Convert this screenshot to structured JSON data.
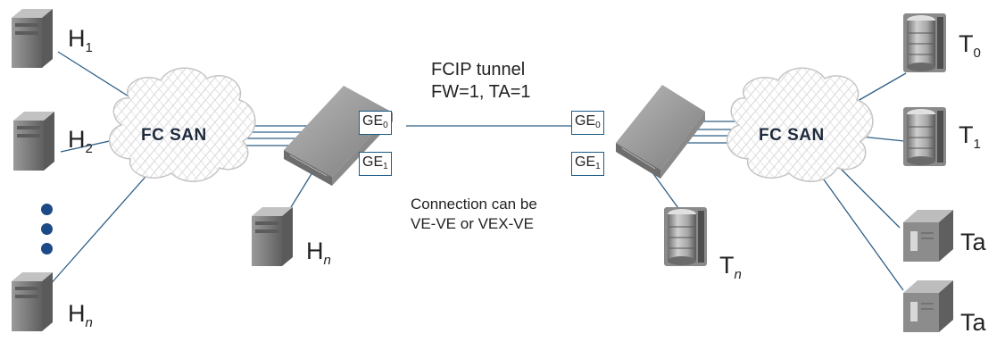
{
  "tunnel": {
    "line1": "FCIP tunnel",
    "line2": "FW=1, TA=1"
  },
  "connection_note": {
    "line1": "Connection can be",
    "line2": "VE-VE or VEX-VE"
  },
  "clouds": {
    "left": "FC SAN",
    "right": "FC SAN"
  },
  "left_switch": {
    "port0": {
      "base": "GE",
      "sub": "0"
    },
    "port1": {
      "base": "GE",
      "sub": "1"
    }
  },
  "right_switch": {
    "port0": {
      "base": "GE",
      "sub": "0"
    },
    "port1": {
      "base": "GE",
      "sub": "1"
    }
  },
  "hosts": [
    {
      "base": "H",
      "sub": "1"
    },
    {
      "base": "H",
      "sub": "2"
    },
    {
      "base": "H",
      "sub": "n"
    },
    {
      "base": "H",
      "sub": "n"
    }
  ],
  "targets": [
    {
      "base": "T",
      "sub": "0"
    },
    {
      "base": "T",
      "sub": "1"
    },
    {
      "base": "T",
      "sub": "n"
    }
  ],
  "tapes": [
    {
      "text": "Ta"
    },
    {
      "text": "Ta"
    }
  ],
  "colors": {
    "link": "#2f5f86",
    "port_border": "#1a5d86",
    "cloud_text": "#1e2b3d",
    "dots": "#1b4a86"
  }
}
